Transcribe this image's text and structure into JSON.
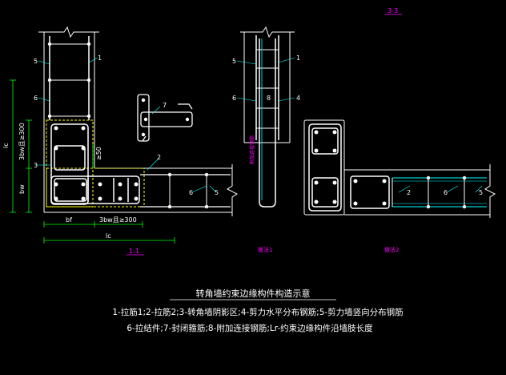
{
  "drawing": {
    "title": "转角墙约束边缘构件构造示意",
    "legend_line1": "1-拉筋1;2-拉筋2;3-转角墙阴影区;4-剪力水平分布钢筋;5-剪力墙竖向分布钢筋",
    "legend_line2": "6-拉结件;7-封闭箍筋;8-附加连接钢筋;Lr-约束边缘构件沿墙肢长度"
  },
  "section_labels": {
    "plan": "1-1",
    "vertical": "3-3",
    "detail_left": "做法1",
    "detail_right": "做法2"
  },
  "dimensions": {
    "lc_vertical": "lc",
    "bw_vertical": "bw",
    "bf_horizontal": "bf",
    "lc_horizontal": "lc",
    "three_bw_300_vertical": "3bw且≥300",
    "three_bw_300_horizontal": "3bw且≥300",
    "ge_50": "≥50"
  },
  "callouts": {
    "c1": "1",
    "c2": "2",
    "c3": "3",
    "c4": "4",
    "c5": "5",
    "c6": "6",
    "c7": "7",
    "c8": "8",
    "p5": "5",
    "p6": "6",
    "p1": "1",
    "p3": "3",
    "p2": "2",
    "p6b": "6",
    "p5b": "5",
    "m7": "7",
    "v5": "5",
    "v6": "6",
    "v8": "8",
    "v4": "4",
    "v1": "1",
    "r2": "2",
    "r6": "6",
    "r5": "5"
  },
  "annotations": {
    "vertical_bar_note": "附加连接钢筋"
  },
  "colors": {
    "background": "#000000",
    "wall": "#ffffff",
    "rebar": "#ffffff",
    "dimension": "#00ff00",
    "additional_bar": "#00ffff",
    "label": "#ff00ff",
    "accent": "#ffff00"
  }
}
